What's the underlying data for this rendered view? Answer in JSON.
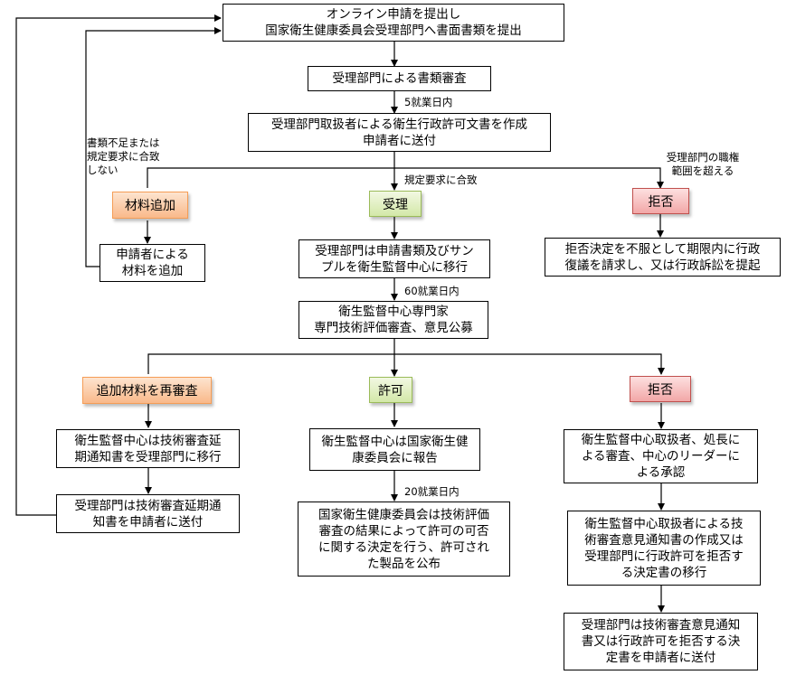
{
  "nodes": {
    "submit": "オンライン申請を提出し\n国家衛生健康委員会受理部門へ書面書類を提出",
    "doc_review": "受理部門による書類審査",
    "draft_doc": "受理部門取扱者による衛生行政許可文書を作成\n申請者に送付",
    "add_material_tag": "材料追加",
    "accept_tag": "受理",
    "reject_tag_1": "拒否",
    "applicant_add": "申請者による\n材料を追加",
    "transfer_samples": "受理部門は申請書類及びサン\nプルを衛生監督中心に移行",
    "appeal": "拒否決定を不服として期限内に行政\n復議を請求し、又は行政訴訟を提起",
    "expert_review": "衛生監督中心専門家\n専門技術評価審査、意見公募",
    "re_review_tag": "追加材料を再審査",
    "permit_tag": "許可",
    "reject_tag_2": "拒否",
    "extension_notice_transfer": "衛生監督中心は技術審査延\n期通知書を受理部門に移行",
    "extension_notice_send": "受理部門は技術審査延期通\n知書を申請者に送付",
    "report_nhc": "衛生監督中心は国家衛生健\n康委員会に報告",
    "decision": "国家衛生健康委員会は技術評価\n審査の結果によって許可の可否\nに関する決定を行う、許可され\nた製品を公布",
    "center_approval": "衛生監督中心取扱者、処長に\nよる審査、中心のリーダーに\nよる承認",
    "opinion_notice": "衛生監督中心取扱者による技\n術審査意見通知書の作成又は\n受理部門に行政許可を拒否す\nる決定書の移行",
    "send_rejection": "受理部門は技術審査意見通知\n書又は行政許可を拒否する決\n定書を申請者に送付"
  },
  "edge_labels": {
    "within_5_days": "5就業日内",
    "insufficient": "書類不足または\n規定要求に合致\nしない",
    "meets_requirements": "規定要求に合致",
    "beyond_authority": "受理部門の職権\n範囲を超える",
    "within_60_days": "60就業日内",
    "within_20_days": "20就業日内"
  },
  "colors": {
    "line": "#000000",
    "orange_border": "#f59d56",
    "green_border": "#9bbb59",
    "red_border": "#c0504d"
  }
}
